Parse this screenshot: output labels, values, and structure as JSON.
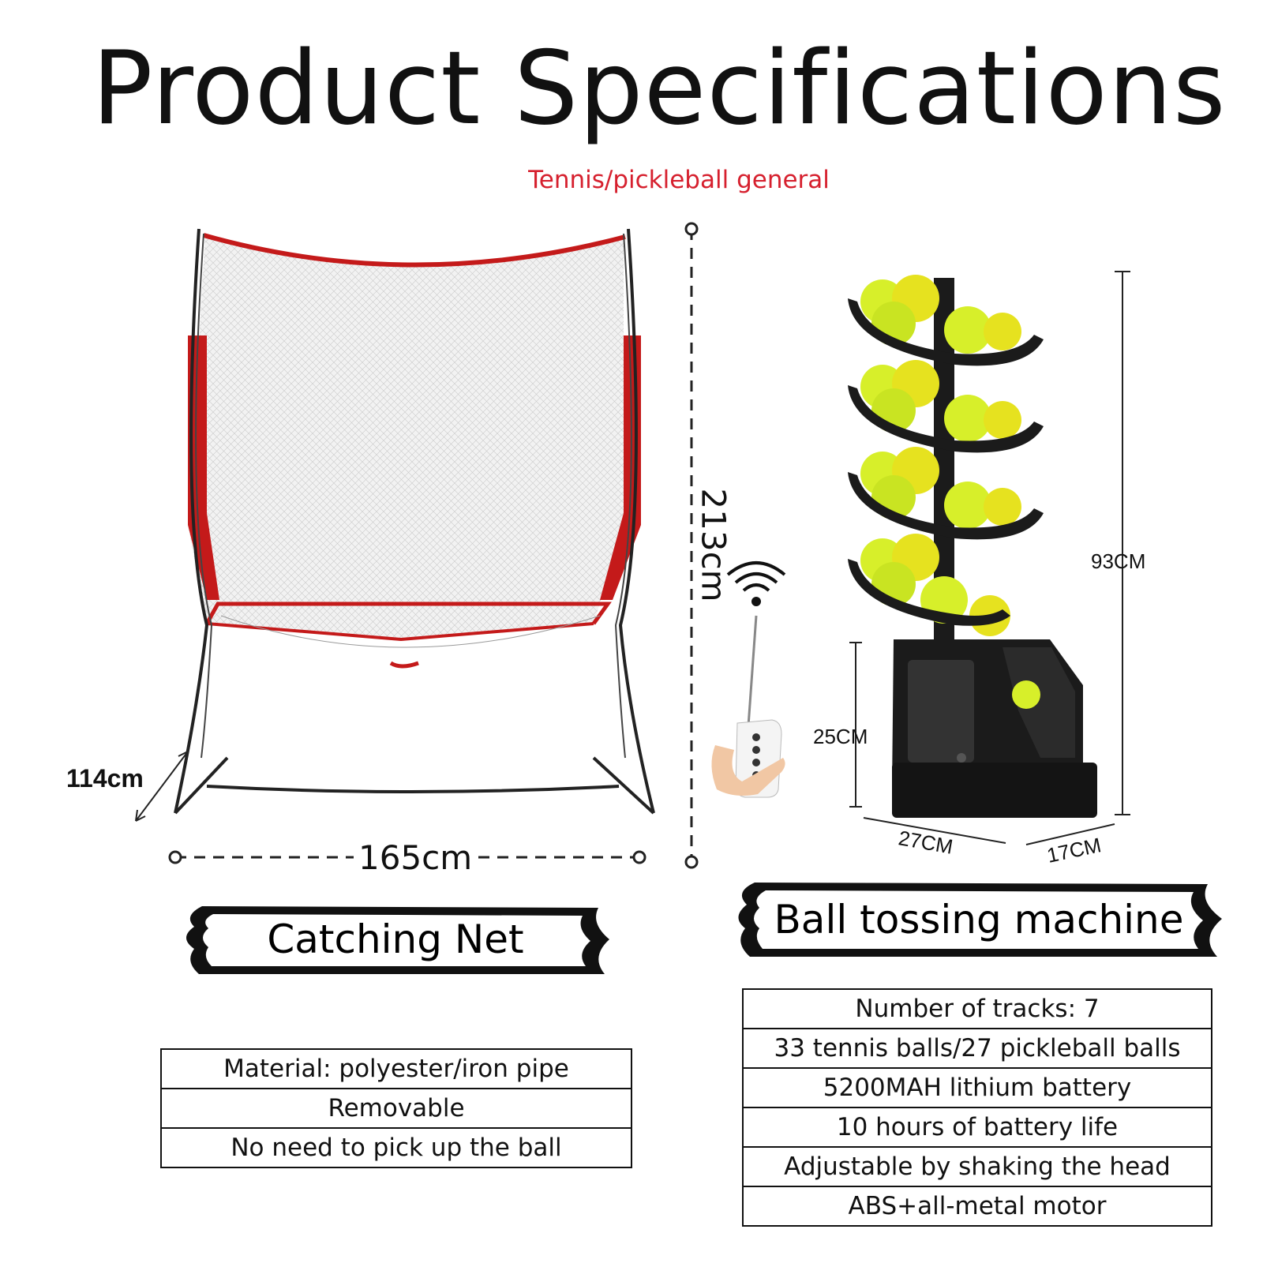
{
  "title": "Product Specifications",
  "subtitle": "Tennis/pickleball general",
  "colors": {
    "subtitle": "#d6202e",
    "net_frame": "#c41a1a",
    "ball": "#d7ef2a",
    "machine": "#1b1b1b"
  },
  "net": {
    "height_label": "213cm",
    "width_label": "165cm",
    "depth_label": "114cm",
    "banner_label": "Catching Net",
    "specs": [
      "Material: polyester/iron pipe",
      "Removable",
      "No need to pick up the ball"
    ]
  },
  "machine": {
    "height_label": "93CM",
    "base_height_label": "25CM",
    "length_label": "27CM",
    "width_label": "17CM",
    "banner_label": "Ball tossing machine",
    "remote_icon": "wifi-signal-icon",
    "specs": [
      "Number of tracks: 7",
      "33 tennis balls/27 pickleball balls",
      "5200MAH lithium battery",
      "10 hours of battery life",
      "Adjustable by shaking the head",
      "ABS+all-metal motor"
    ]
  }
}
